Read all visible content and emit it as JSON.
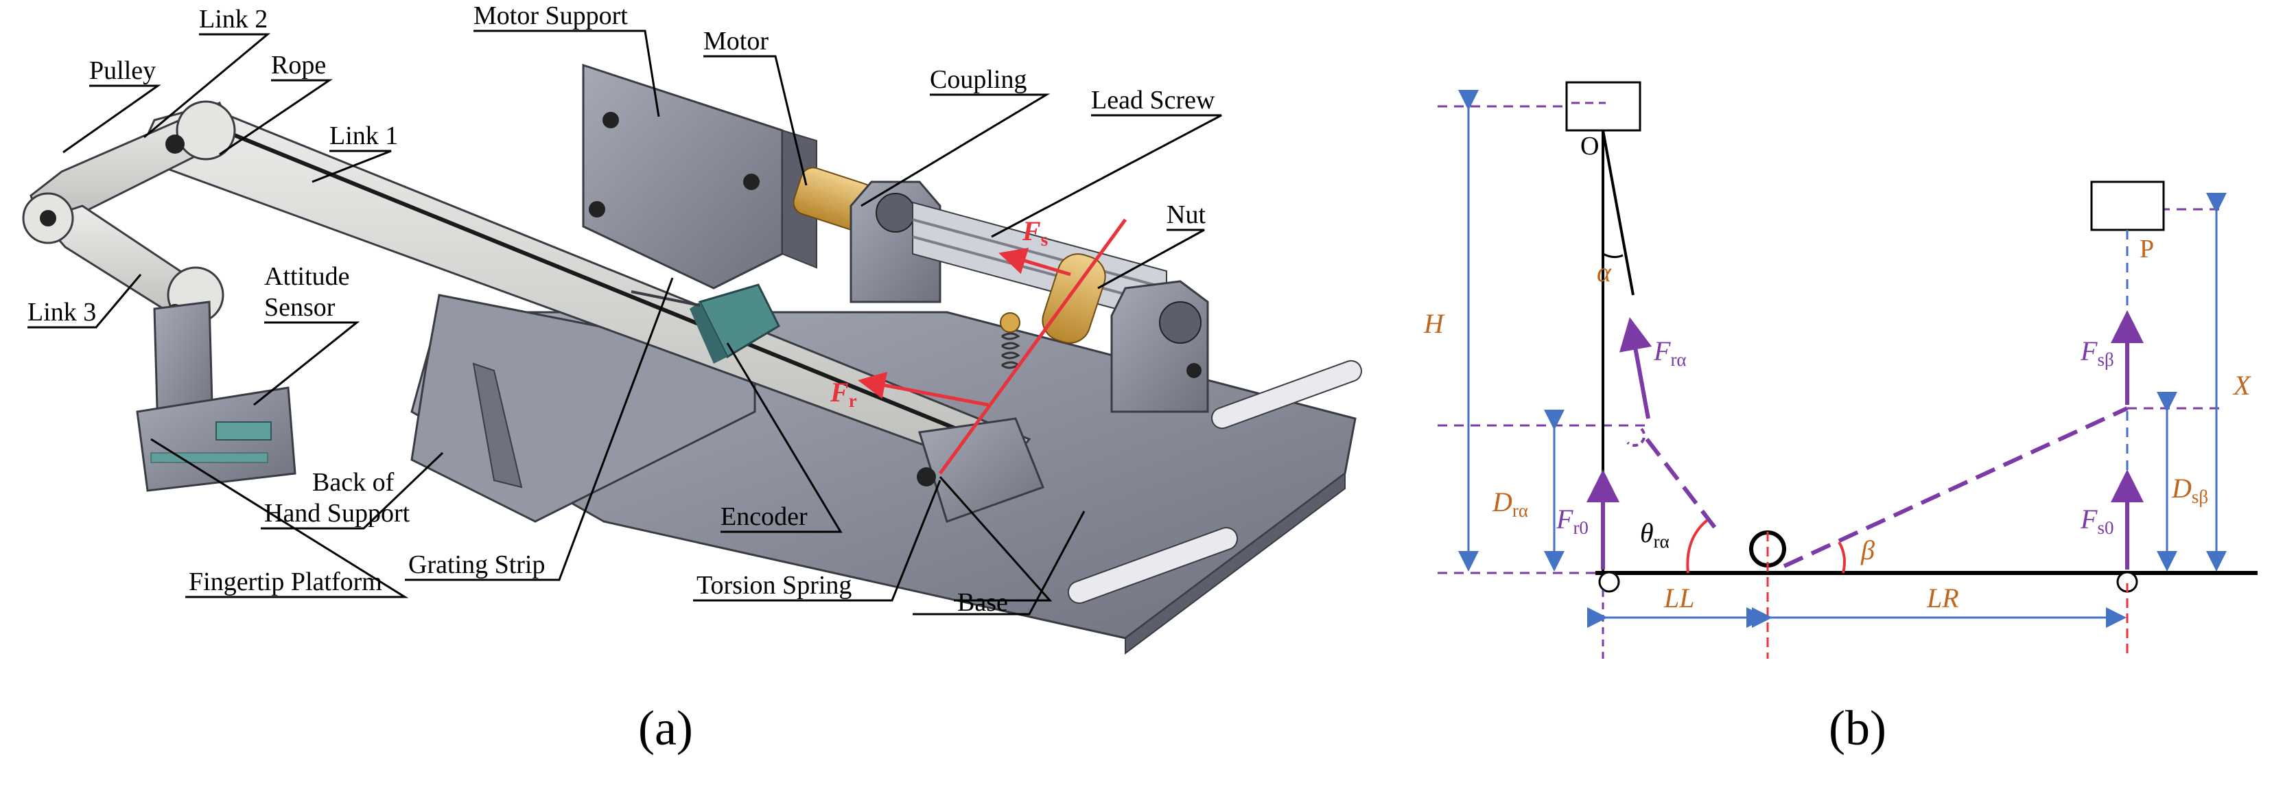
{
  "panel_a": {
    "caption": "(a)",
    "labels": {
      "link2": "Link 2",
      "pulley": "Pulley",
      "rope": "Rope",
      "link1": "Link 1",
      "link3": "Link 3",
      "attitude_sensor_1": "Attitude",
      "attitude_sensor_2": "Sensor",
      "motor_support": "Motor Support",
      "motor": "Motor",
      "coupling": "Coupling",
      "lead_screw": "Lead Screw",
      "nut": "Nut",
      "back_support_1": "Back of",
      "back_support_2": "Hand Support",
      "grating_strip": "Grating Strip",
      "encoder": "Encoder",
      "fingertip_platform": "Fingertip Platform",
      "torsion_spring": "Torsion Spring",
      "base": "Base"
    },
    "forces": {
      "fs_main": "F",
      "fs_sub": "s",
      "fr_main": "F",
      "fr_sub": "r"
    }
  },
  "panel_b": {
    "caption": "(b)",
    "points": {
      "O": "O",
      "P": "P"
    },
    "symbols": {
      "H": "H",
      "X": "X",
      "alpha": "α",
      "beta": "β",
      "LL": "LL",
      "LR": "LR",
      "theta_main": "θ",
      "theta_sub": "rα",
      "D_r_main": "D",
      "D_r_sub": "rα",
      "D_s_main": "D",
      "D_s_sub": "sβ",
      "F_ra_main": "F",
      "F_ra_sub": "rα",
      "F_r0_main": "F",
      "F_r0_sub": "r0",
      "F_sb_main": "F",
      "F_sb_sub": "sβ",
      "F_s0_main": "F",
      "F_s0_sub": "s0"
    }
  },
  "colors": {
    "device_body": "#8a8d99",
    "device_dark": "#5c5f6b",
    "link_light": "#d9d9d6",
    "brass": "#d6a84a",
    "encoder": "#4e8c8a",
    "red_force": "#e8323c",
    "purple": "#7b3aa6",
    "blue": "#4472c4",
    "orange_text": "#c0651b"
  }
}
